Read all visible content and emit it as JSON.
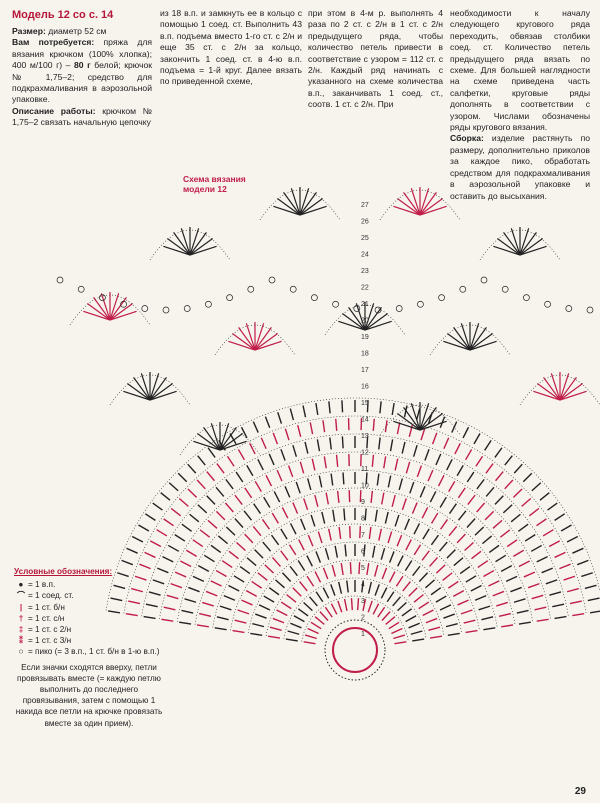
{
  "heading": "Модель 12 со с. 14",
  "size_label": "Размер:",
  "size_text": "диаметр 52 см",
  "needs_label": "Вам потребуется:",
  "needs_text_a": "пряжа для вязания крючком (100% хлопка); 400 м/100 г) –",
  "needs_amount": "80 г",
  "needs_text_b": "белой; крючок № 1,75–2; средство для подкрахмаливания в аэрозольной упаковке.",
  "desc_label": "Описание работы:",
  "desc_text": "крючком № 1,75–2 связать начальную цепочку из 18 в.п. и замкнуть ее в кольцо с помощью 1 соед. ст. Выполнить 43 в.п. подъема вместо 1-го ст. с 2/н и еще 35 ст. с 2/н за кольцо, закончить 1 соед. ст. в 4-ю в.п. подъема = 1-й круг. Далее вязать по приведенной схеме, при этом в 4-м р. выполнять 4 раза по 2 ст. с 2/н в 1 ст. с 2/н предыдущего ряда, чтобы количество петель привести в соответствие с узором = 112 ст. с 2/н. Каждый ряд начинать с указанного на схеме количества в.п., заканчивать 1 соед. ст., соотв. 1 ст. с 2/н. При необходимости к началу следующего кругового ряда переходить, обвязав столбики соед. ст. Количество петель предыдущего ряда вязать по схеме. Для большей наглядности на схеме приведена часть салфетки, круговые ряды дополнять в соответствии с узором. Числами обозначены ряды кругового вязания.",
  "assembly_label": "Сборка:",
  "assembly_text": "изделие растянуть по размеру, дополнительно приколов за каждое пико, обработать средством для подкрахмаливания в аэрозольной упаковке и оставить до высыхания.",
  "diagram_title": "Схема вязания модели 12",
  "legend": {
    "heading": "Условные обозначения:",
    "items": [
      {
        "sym": "●",
        "text": "= 1 в.п."
      },
      {
        "sym": "⌒",
        "text": "= 1 соед. ст."
      },
      {
        "sym": "|",
        "text": "= 1 ст. б/н"
      },
      {
        "sym": "†",
        "text": "= 1 ст. с/н"
      },
      {
        "sym": "‡",
        "text": "= 1 ст. с 2/н"
      },
      {
        "sym": "⁑",
        "text": "= 1 ст. с 3/н"
      },
      {
        "sym": "○",
        "text": "= пико (= 3 в.п., 1 ст. б/н в 1-ю в.п.)"
      }
    ],
    "note": "Если значки сходятся вверху, петли провязывать вместе (= каждую петлю выполнить до последнего провязывания, затем с помощью 1 накида все петли на крючке провязать вместе за один прием)."
  },
  "row_numbers": [
    "1",
    "2",
    "3",
    "4",
    "5",
    "6",
    "7",
    "8",
    "9",
    "10",
    "11",
    "12",
    "13",
    "14",
    "15",
    "16",
    "17",
    "18",
    "19",
    "20",
    "21",
    "22",
    "23",
    "24",
    "25",
    "26",
    "27"
  ],
  "colors": {
    "accent": "#c01d48",
    "ink": "#222222"
  },
  "page_number": "29"
}
